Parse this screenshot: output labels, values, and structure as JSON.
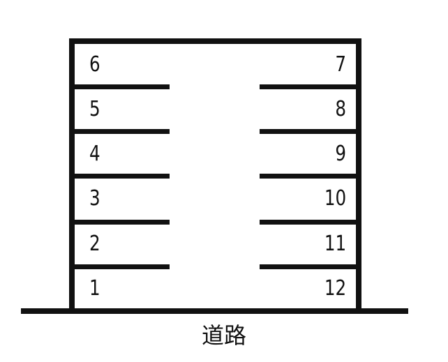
{
  "slots": [
    {
      "left": "6",
      "right": "7"
    },
    {
      "left": "5",
      "right": "8"
    },
    {
      "left": "4",
      "right": "9"
    },
    {
      "left": "3",
      "right": "10"
    },
    {
      "left": "2",
      "right": "11"
    },
    {
      "left": "1",
      "right": "12"
    }
  ],
  "road_label": "道路",
  "colors": {
    "line": "#111111",
    "background": "#ffffff"
  }
}
